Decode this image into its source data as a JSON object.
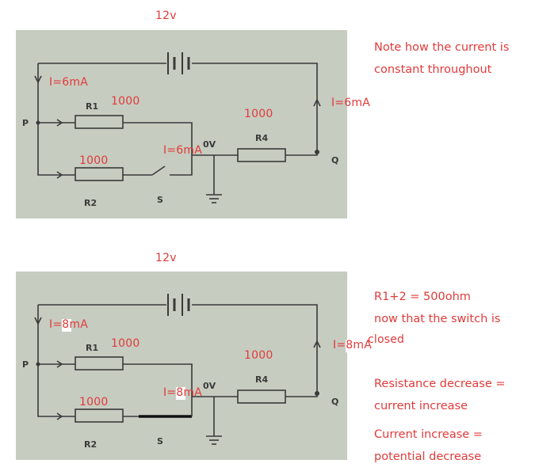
{
  "top": {
    "battery_label": "12v",
    "i_left": "I=6mA",
    "r1_value": "1000",
    "r2_value": "1000",
    "r4_value": "1000",
    "i_right": "I=6mA",
    "i_middle": "I=6mA",
    "note_lines": [
      "Note how the current is",
      "constant throughout"
    ]
  },
  "bottom": {
    "battery_label": "12v",
    "i_left": "I=8mA",
    "r1_value": "1000",
    "r2_value": "1000",
    "r4_value": "1000",
    "i_right": "I=8mA",
    "i_right_suffix": "closed",
    "i_middle": "I=8mA",
    "note_lines": [
      "R1+2 = 500ohm",
      "now that the switch is",
      "closed"
    ],
    "note2_lines": [
      "Resistance decrease =",
      "current increase"
    ],
    "note3_lines": [
      "Current increase =",
      "potential decrease"
    ]
  },
  "circuit_labels": {
    "p": "P",
    "q": "Q",
    "s": "S",
    "r1": "R1",
    "r2": "R2",
    "r4": "R4",
    "zero_v": "0V"
  },
  "colors": {
    "annotation": "#e23a3a",
    "panel": "#c6ccc0",
    "ink": "#3a3a3a"
  }
}
